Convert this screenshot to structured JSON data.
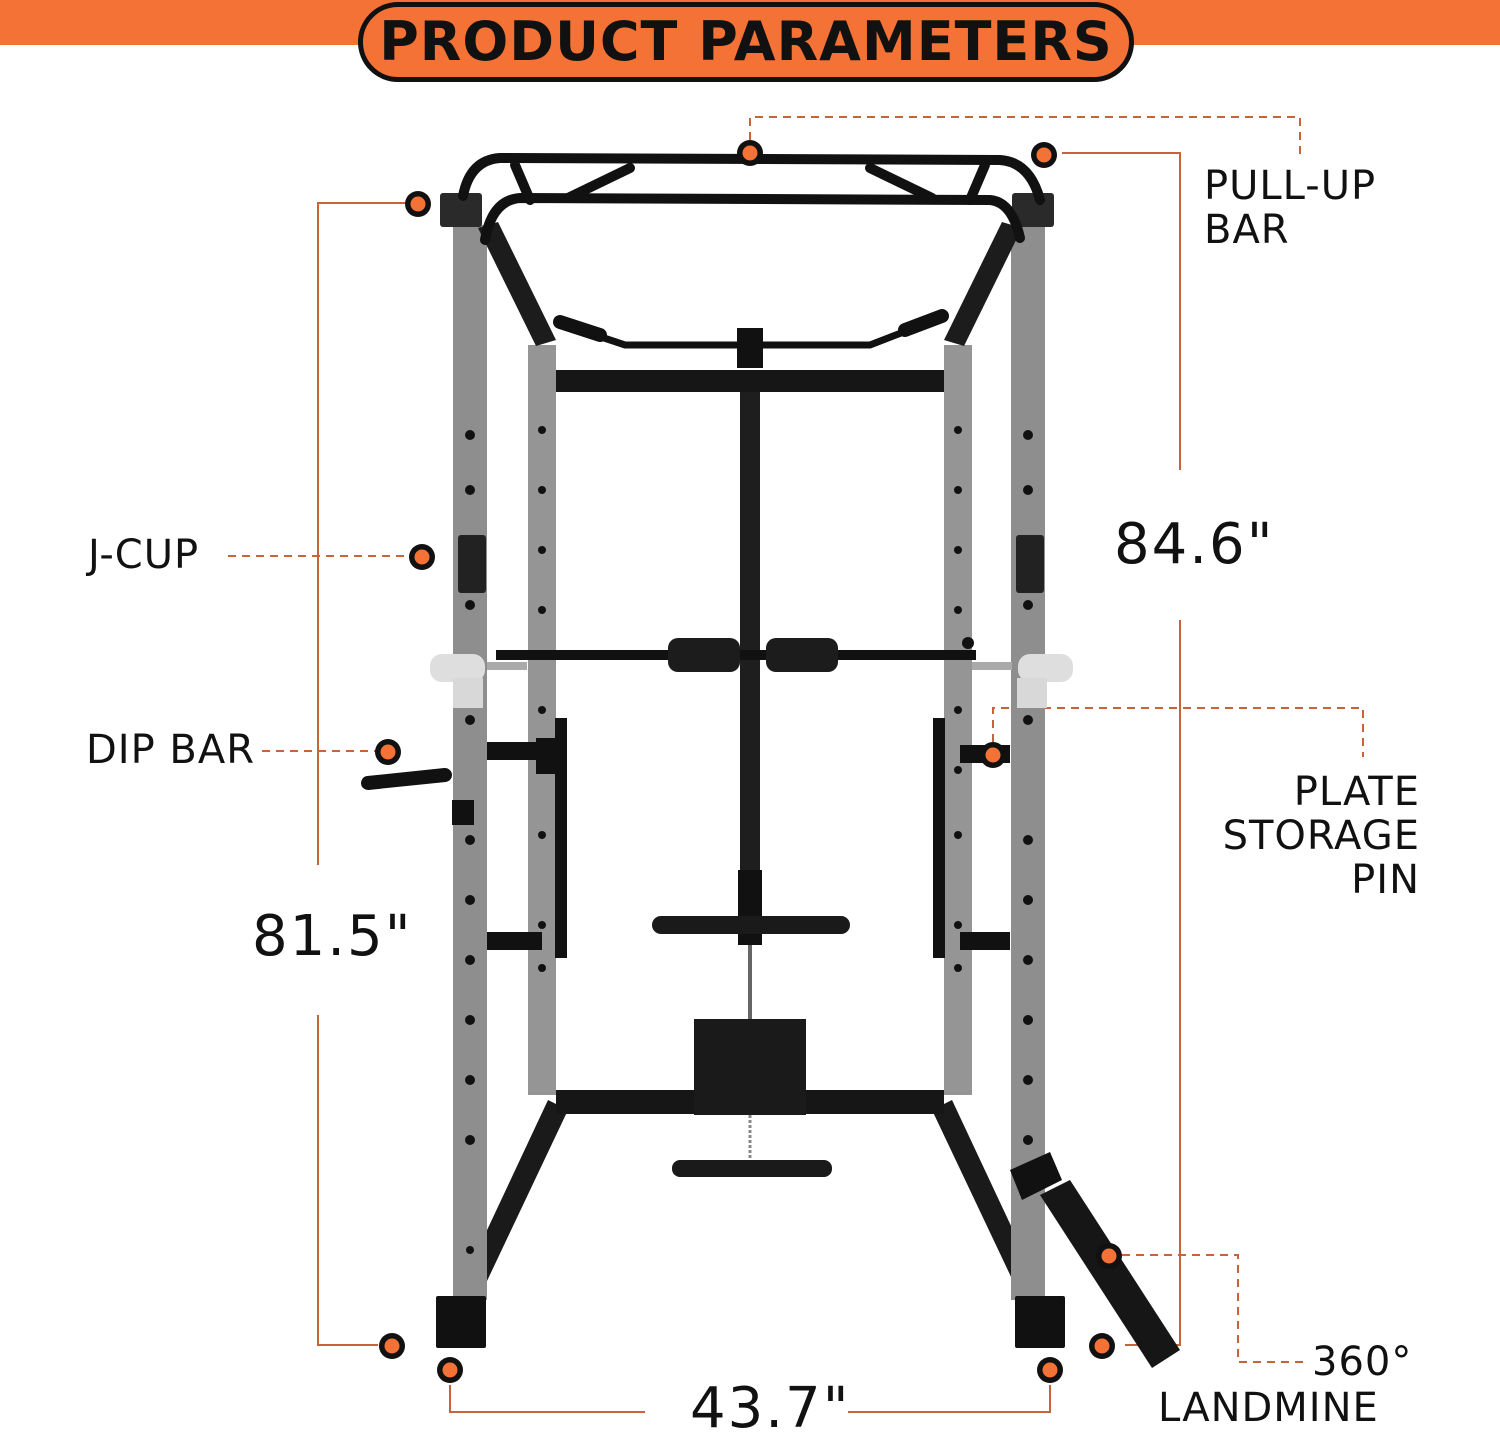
{
  "header": {
    "title": "PRODUCT PARAMETERS",
    "banner_color": "#f47236"
  },
  "labels": {
    "pull_up_bar": [
      "PULL-UP",
      "BAR"
    ],
    "j_cup": "J-CUP",
    "dip_bar": "DIP BAR",
    "plate_storage_pin": [
      "PLATE",
      "STORAGE",
      "PIN"
    ],
    "landmine": [
      "360°",
      "LANDMINE"
    ]
  },
  "dimensions": {
    "height_total": "84.6\"",
    "height_frame": "81.5\"",
    "width": "43.7\""
  },
  "colors": {
    "accent": "#f47236",
    "leader_line": "#c8643a",
    "text": "#111111",
    "frame_gray": "#8c8c8c",
    "frame_black": "#161616"
  }
}
